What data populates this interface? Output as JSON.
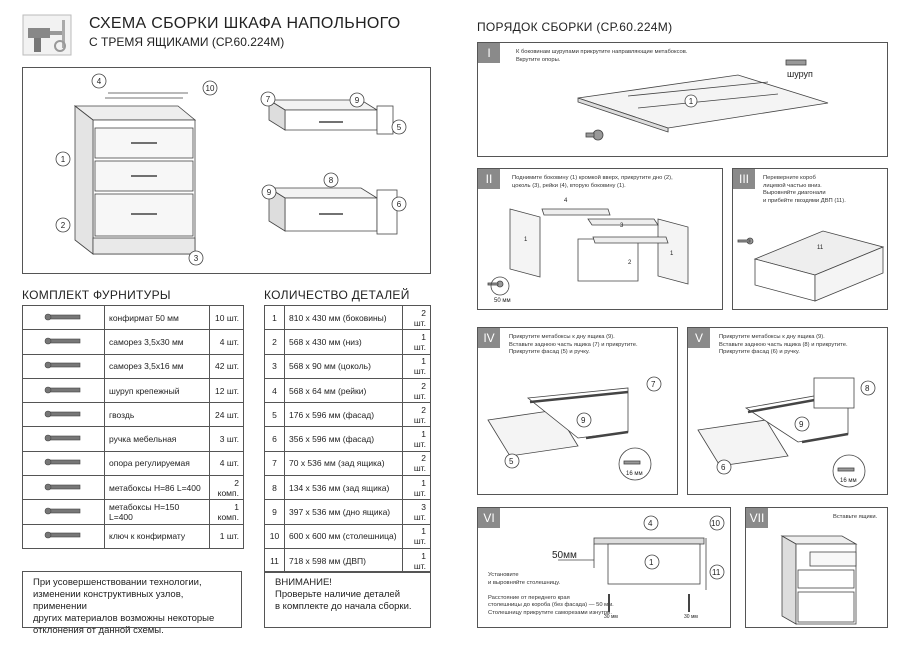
{
  "header": {
    "title_line1": "СХЕМА СБОРКИ ШКАФА НАПОЛЬНОГО",
    "title_line2": "С ТРЕМЯ ЯЩИКАМИ (СР.60.224М)"
  },
  "callouts": [
    "1",
    "2",
    "3",
    "4",
    "5",
    "6",
    "7",
    "8",
    "9",
    "10"
  ],
  "hardware": {
    "title": "КОМПЛЕКТ ФУРНИТУРЫ",
    "rows": [
      {
        "icon": "confirmat-screw-icon",
        "name": "конфирмат 50 мм",
        "qty": "10 шт."
      },
      {
        "icon": "screw-icon",
        "name": "саморез 3,5х30 мм",
        "qty": "4 шт."
      },
      {
        "icon": "short-screw-icon",
        "name": "саморез 3,5х16 мм",
        "qty": "42 шт."
      },
      {
        "icon": "dowel-icon",
        "name": "шуруп крепежный",
        "qty": "12 шт."
      },
      {
        "icon": "nail-icon",
        "name": "гвоздь",
        "qty": "24 шт."
      },
      {
        "icon": "handle-icon",
        "name": "ручка мебельная",
        "qty": "3 шт."
      },
      {
        "icon": "leveler-foot-icon",
        "name": "опора регулируемая",
        "qty": "4 шт."
      },
      {
        "icon": "drawer-runner-icon",
        "name": "метабоксы Н=86 L=400",
        "qty": "2 комп."
      },
      {
        "icon": "drawer-runner-tall-icon",
        "name": "метабоксы Н=150 L=400",
        "qty": "1 комп."
      },
      {
        "icon": "hex-key-icon",
        "name": "ключ к конфирмату",
        "qty": "1 шт."
      }
    ]
  },
  "parts": {
    "title": "КОЛИЧЕСТВО ДЕТАЛЕЙ",
    "rows": [
      {
        "n": "1",
        "name": "810 х 430 мм (боковины)",
        "qty": "2 шт."
      },
      {
        "n": "2",
        "name": "568 х 430 мм (низ)",
        "qty": "1 шт."
      },
      {
        "n": "3",
        "name": "568 х 90 мм (цоколь)",
        "qty": "1 шт."
      },
      {
        "n": "4",
        "name": "568 х 64 мм (рейки)",
        "qty": "2 шт."
      },
      {
        "n": "5",
        "name": "176 х 596 мм (фасад)",
        "qty": "2 шт."
      },
      {
        "n": "6",
        "name": "356 х 596 мм (фасад)",
        "qty": "1 шт."
      },
      {
        "n": "7",
        "name": "70 х 536 мм (зад ящика)",
        "qty": "2 шт."
      },
      {
        "n": "8",
        "name": "134 х 536 мм (зад ящика)",
        "qty": "1 шт."
      },
      {
        "n": "9",
        "name": "397 х 536 мм (дно ящика)",
        "qty": "3 шт."
      },
      {
        "n": "10",
        "name": "600 х 600 мм (столешница)",
        "qty": "1 шт."
      },
      {
        "n": "11",
        "name": "718 х 598 мм (ДВП)",
        "qty": "1 шт."
      }
    ]
  },
  "notes": {
    "improvement": [
      "При усовершенствовании технологии,",
      "изменении конструктивных узлов, применении",
      "других материалов возможны некоторые",
      "отклонения от данной схемы."
    ],
    "warning_title": "ВНИМАНИЕ!",
    "warning": [
      "Проверьте наличие деталей",
      "в комплекте до начала сборки."
    ]
  },
  "order": {
    "title": "ПОРЯДОК СБОРКИ (СР.60.224М)",
    "steps": [
      {
        "num": "I",
        "text": [
          "К боковинам шурупами прикрутите направляющие  метабоксов.",
          "Вкрутите опоры."
        ],
        "labels": [
          "шуруп",
          "1"
        ]
      },
      {
        "num": "II",
        "text": [
          "Поднимите боковину (1) кромкой вверх, прикрутите дно (2),",
          "цоколь (3), рейки (4), вторую боковину (1)."
        ],
        "labels": [
          "4",
          "3",
          "2",
          "1",
          "1",
          "50 мм"
        ]
      },
      {
        "num": "III",
        "text": [
          "Переверните короб",
          "лицевой частью вниз.",
          "Выровняйте диагонали",
          "и прибейте гвоздями ДВП (11)."
        ],
        "labels": [
          "11"
        ]
      },
      {
        "num": "IV",
        "text": [
          "Прикрутите метабоксы к дну ящика (9).",
          "Вставьте заднюю часть ящика (7) и прикрутите.",
          "Прикрутите фасад (5) и ручку."
        ],
        "labels": [
          "7",
          "9",
          "5",
          "16 мм"
        ]
      },
      {
        "num": "V",
        "text": [
          "Прикрутите метабоксы к дну ящика (9).",
          "Вставьте заднюю часть ящика (8) и прикрутите.",
          "Прикрутите фасад (6) и ручку."
        ],
        "labels": [
          "8",
          "9",
          "6",
          "16 мм"
        ]
      },
      {
        "num": "VI",
        "text": [
          "Установите",
          "и выровняйте столешницу.",
          "",
          "Расстояние от переднего края",
          "столешницы до короба (без фасада) — 50 мм.",
          "Столешницу прикрутите саморезами изнутри."
        ],
        "labels": [
          "4",
          "10",
          "50мм",
          "1",
          "11",
          "30 мм",
          "30 мм"
        ]
      },
      {
        "num": "VII",
        "text": [
          "Вставьте ящики."
        ],
        "labels": []
      }
    ]
  }
}
